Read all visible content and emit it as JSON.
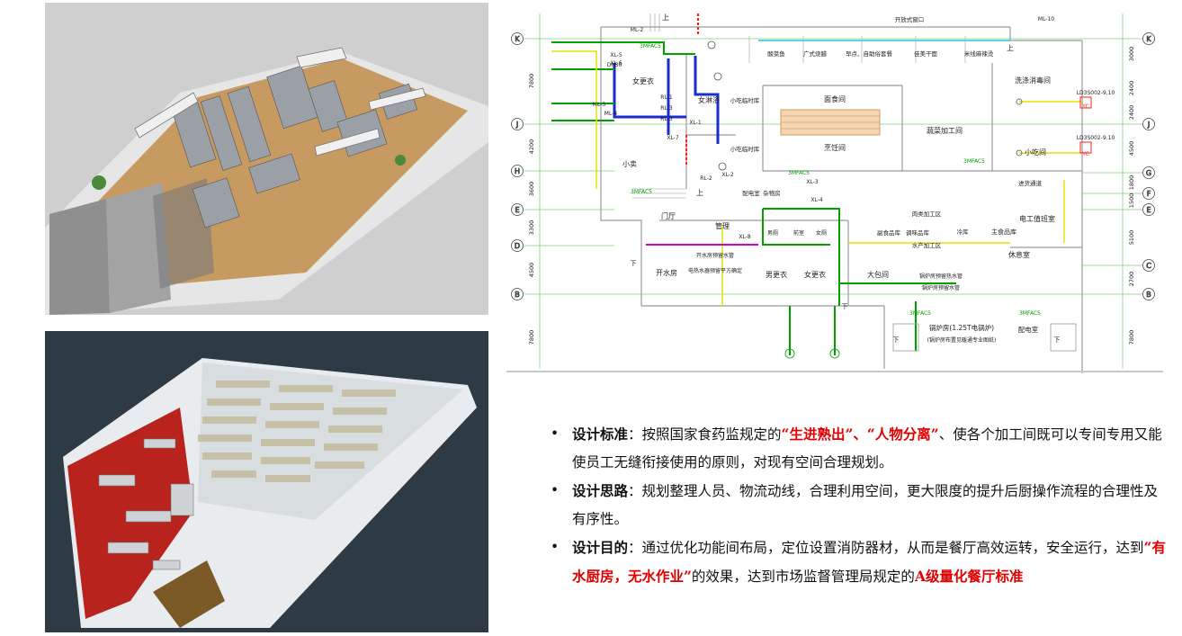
{
  "floor_plan": {
    "axes_left": [
      "K",
      "J",
      "H",
      "E",
      "D",
      "B"
    ],
    "axes_right": [
      "K",
      "J",
      "G",
      "F",
      "E",
      "C",
      "B"
    ],
    "dims_left": [
      "7800",
      "4200",
      "3600",
      "3300",
      "4500",
      "7800"
    ],
    "dims_right": [
      "3000",
      "2400",
      "2400",
      "4500",
      "1800",
      "1500",
      "5100",
      "2700",
      "7800"
    ],
    "rooms": {
      "top_window": "开放式窗口",
      "female_changing_top": "女更衣",
      "female_shower": "女淋浴",
      "small_eats_1": "小吃临时库",
      "small_eats_2": "小吃临时库",
      "snack": "小卖",
      "up": "上",
      "pastry": "面食间",
      "cooking": "烹饪间",
      "veg_processing": "蔬菜加工间",
      "dish_washing": "洗涤消毒间",
      "snack_room": "小吃间",
      "entry_corridor": "进货通道",
      "lobby": "门厅",
      "manage": "管理",
      "electrical": "配电室",
      "misc_storage": "杂物房",
      "male_wc": "男厕",
      "front_room": "前室",
      "female_wc": "女厕",
      "meat_processing": "肉类加工区",
      "side_storage": "副食品库",
      "seasoning_storage": "调味品库",
      "cold_storage": "冷库",
      "main_storage": "主食品库",
      "aquatic": "水产加工区",
      "duty_room": "电工值班室",
      "rest_room": "休息室",
      "boiler": "开水房",
      "male_changing": "男更衣",
      "female_changing": "女更衣",
      "banquet": "大包间",
      "boiler_room": "锅炉房(1.25T电锅炉)",
      "boiler_note": "(锅炉房布置见暖通专业图纸)",
      "electrical2": "配电室",
      "counter_1": "酸菜鱼",
      "counter_2": "广式烧腊",
      "counter_3": "早点、自助俗套餐",
      "counter_4": "佳美干面",
      "counter_5": "米线麻辣烫",
      "pipe_note": "开水房预留水管",
      "pipe_note2": "电热水器预留平方确定",
      "boiler_pipe": "锅炉房预留热水管",
      "boiler_pipe2": "锅炉房预留水管",
      "down": "下"
    },
    "tags": [
      "ML-2",
      "ML-10",
      "RL-1",
      "RL-2",
      "RL-3",
      "RL-5",
      "XL-1",
      "XL-2",
      "XL-3",
      "XL-4",
      "XL-5",
      "XL-6",
      "XL-7",
      "XL-8",
      "ML-3",
      "ML-4",
      "DN50",
      "3MFAC5",
      "LD3S002-9.10",
      "YC"
    ]
  },
  "bullets": [
    {
      "label": "设计标准",
      "sep": "：",
      "t1": "按照国家食药监规定的",
      "r1": "“生进熟出”、“人物分离”",
      "t2": "、使各个加工间既可以专间专用又能使员工无缝衔接使用的原则，对现有空间合理规划。"
    },
    {
      "label": "设计思路",
      "sep": "：",
      "t1": "规划整理人员、物流动线，合理利用空间，更大限度的提升后厨操作流程的合理性及有序性。"
    },
    {
      "label": "设计目的",
      "sep": "：",
      "t1": "通过优化功能间布局，定位设置消防器材，从而是餐厅高效运转，安全运行，达到",
      "r1": "“有水厨房，无水作业”",
      "t2": "的效果，达到市场监督管理局规定的",
      "r2": "A级量化餐厅标准"
    }
  ],
  "colors": {
    "render_top_bg": "#cfcfcf",
    "render_bottom_bg": "#2f3b44",
    "floor_wood": "#c79a62",
    "floor_red": "#b8231d",
    "cad_green": "#00a000",
    "cad_blue": "#1a2bd0",
    "highlight": "#e10000"
  }
}
